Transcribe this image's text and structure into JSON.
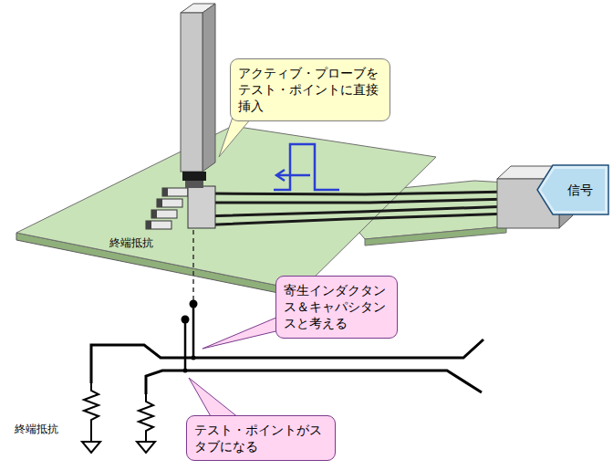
{
  "diagram": {
    "nodes": [
      {
        "text": [
          "アクティブ・プローブをテスト・ポイントに直接挿入"
        ]
      },
      {
        "text": [
          "信号"
        ]
      },
      {
        "text": [
          "寄生インダクタンス＆キャパシタンスと考える"
        ]
      },
      {
        "text": [
          "テスト・ポイントがスタブになる"
        ]
      }
    ],
    "labels": [
      "終端抵抗",
      "終端抵抗"
    ]
  }
}
